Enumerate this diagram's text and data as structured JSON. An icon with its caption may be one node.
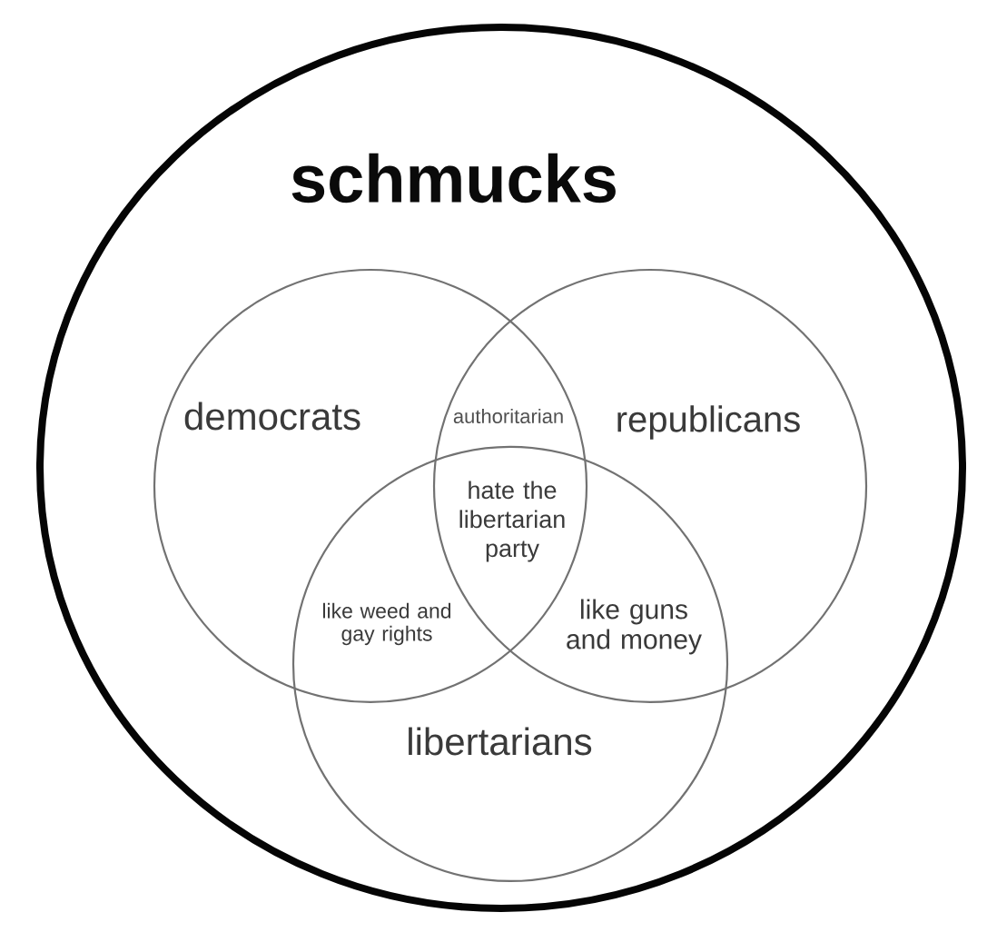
{
  "diagram": {
    "nodes": [
      {
        "text": [
          "schmucks"
        ]
      },
      {
        "text": [
          "democrats"
        ],
        "in": 0
      },
      {
        "text": [
          "republicans"
        ],
        "in": 0
      },
      {
        "text": [
          "libertarians"
        ],
        "in": 0
      }
    ],
    "labels": [
      "authoritarian",
      "hate the libertarian party",
      "like weed and gay rights",
      "like guns and money"
    ]
  }
}
